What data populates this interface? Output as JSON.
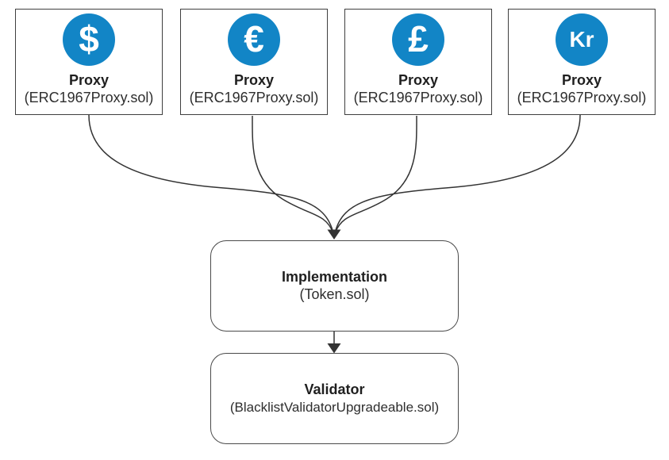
{
  "diagram": {
    "colors": {
      "icon_background": "#1285c6",
      "icon_glyph": "#ffffff",
      "edge_line": "#333333",
      "box_border": "#3f3f3f",
      "title_text": "#1f1f1f",
      "subtitle_text": "#2e2e2e",
      "background": "#ffffff"
    },
    "proxies": [
      {
        "symbol": "$",
        "currency": "dollar",
        "title": "Proxy",
        "subtitle": "(ERC1967Proxy.sol)"
      },
      {
        "symbol": "€",
        "currency": "euro",
        "title": "Proxy",
        "subtitle": "(ERC1967Proxy.sol)"
      },
      {
        "symbol": "£",
        "currency": "pound",
        "title": "Proxy",
        "subtitle": "(ERC1967Proxy.sol)"
      },
      {
        "symbol": "Kr",
        "currency": "krone",
        "title": "Proxy",
        "subtitle": "(ERC1967Proxy.sol)"
      }
    ],
    "implementation": {
      "title": "Implementation",
      "subtitle": "(Token.sol)"
    },
    "validator": {
      "title": "Validator",
      "subtitle": "(BlacklistValidatorUpgradeable.sol)"
    }
  }
}
